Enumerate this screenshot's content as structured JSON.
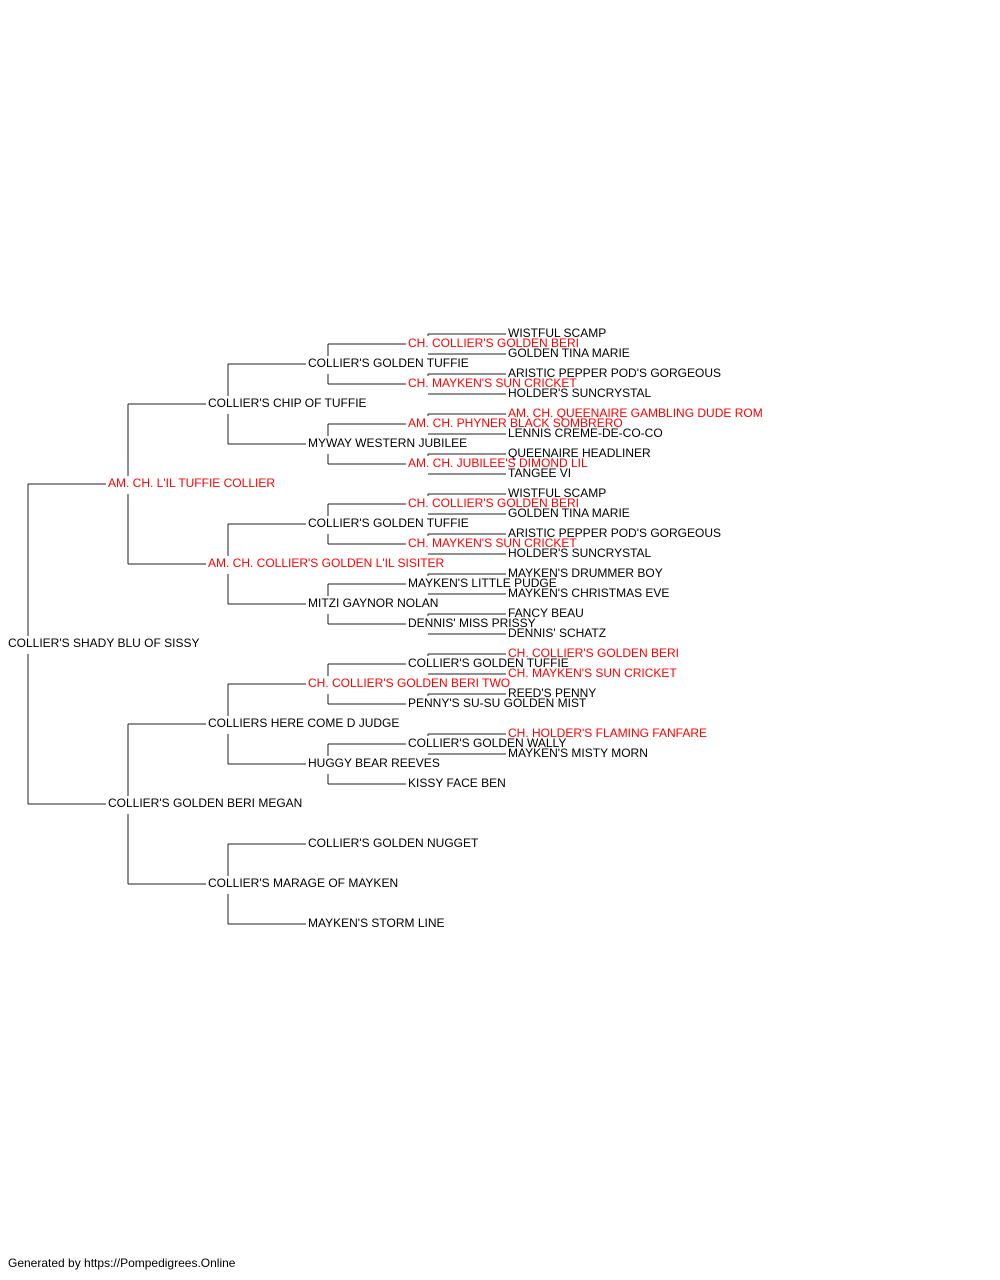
{
  "colors": {
    "champion": "#ff0000",
    "regular": "#000000",
    "line": "#222222"
  },
  "footer": "Generated by https://Pompedigrees.Online",
  "pedigree": {
    "name": "COLLIER'S SHADY BLU OF SISSY",
    "champion": false,
    "sire": {
      "name": "AM. CH. L'IL TUFFIE COLLIER",
      "champion": true,
      "sire": {
        "name": "COLLIER'S CHIP OF TUFFIE",
        "champion": false,
        "sire": {
          "name": "COLLIER'S GOLDEN TUFFIE",
          "champion": false,
          "sire": {
            "name": "CH. COLLIER'S GOLDEN BERI",
            "champion": true,
            "sire": {
              "name": "WISTFUL SCAMP",
              "champion": false
            },
            "dam": {
              "name": "GOLDEN TINA MARIE",
              "champion": false
            }
          },
          "dam": {
            "name": "CH. MAYKEN'S SUN CRICKET",
            "champion": true,
            "sire": {
              "name": "ARISTIC PEPPER POD'S GORGEOUS",
              "champion": false
            },
            "dam": {
              "name": "HOLDER'S SUNCRYSTAL",
              "champion": false
            }
          }
        },
        "dam": {
          "name": "MYWAY WESTERN JUBILEE",
          "champion": false,
          "sire": {
            "name": "AM. CH. PHYNER BLACK SOMBRERO",
            "champion": true,
            "sire": {
              "name": "AM. CH. QUEENAIRE GAMBLING DUDE ROM",
              "champion": true
            },
            "dam": {
              "name": "LENNIS CREME-DE-CO-CO",
              "champion": false
            }
          },
          "dam": {
            "name": "AM. CH. JUBILEE'S DIMOND LIL",
            "champion": true,
            "sire": {
              "name": "QUEENAIRE HEADLINER",
              "champion": false
            },
            "dam": {
              "name": "TANGEE VI",
              "champion": false
            }
          }
        }
      },
      "dam": {
        "name": "AM. CH. COLLIER'S GOLDEN L'IL SISITER",
        "champion": true,
        "sire": {
          "name": "COLLIER'S GOLDEN TUFFIE",
          "champion": false,
          "sire": {
            "name": "CH. COLLIER'S GOLDEN BERI",
            "champion": true,
            "sire": {
              "name": "WISTFUL SCAMP",
              "champion": false
            },
            "dam": {
              "name": "GOLDEN TINA MARIE",
              "champion": false
            }
          },
          "dam": {
            "name": "CH. MAYKEN'S SUN CRICKET",
            "champion": true,
            "sire": {
              "name": "ARISTIC PEPPER POD'S GORGEOUS",
              "champion": false
            },
            "dam": {
              "name": "HOLDER'S SUNCRYSTAL",
              "champion": false
            }
          }
        },
        "dam": {
          "name": "MITZI GAYNOR NOLAN",
          "champion": false,
          "sire": {
            "name": "MAYKEN'S LITTLE PUDGE",
            "champion": false,
            "sire": {
              "name": "MAYKEN'S DRUMMER BOY",
              "champion": false
            },
            "dam": {
              "name": "MAYKEN'S CHRISTMAS EVE",
              "champion": false
            }
          },
          "dam": {
            "name": "DENNIS' MISS PRISSY",
            "champion": false,
            "sire": {
              "name": "FANCY BEAU",
              "champion": false
            },
            "dam": {
              "name": "DENNIS' SCHATZ",
              "champion": false
            }
          }
        }
      }
    },
    "dam": {
      "name": "COLLIER'S GOLDEN BERI MEGAN",
      "champion": false,
      "sire": {
        "name": "COLLIERS HERE COME D JUDGE",
        "champion": false,
        "sire": {
          "name": "CH. COLLIER'S GOLDEN BERI TWO",
          "champion": true,
          "sire": {
            "name": "COLLIER'S GOLDEN TUFFIE",
            "champion": false,
            "sire": {
              "name": "CH. COLLIER'S GOLDEN BERI",
              "champion": true
            },
            "dam": {
              "name": "CH. MAYKEN'S SUN CRICKET",
              "champion": true
            }
          },
          "dam": {
            "name": "PENNY'S SU-SU GOLDEN MIST",
            "champion": false,
            "sire": {
              "name": "REED'S PENNY",
              "champion": false
            }
          }
        },
        "dam": {
          "name": "HUGGY BEAR REEVES",
          "champion": false,
          "sire": {
            "name": "COLLIER'S GOLDEN WALLY",
            "champion": false,
            "sire": {
              "name": "CH. HOLDER'S FLAMING FANFARE",
              "champion": true
            },
            "dam": {
              "name": "MAYKEN'S MISTY MORN",
              "champion": false
            }
          },
          "dam": {
            "name": "KISSY FACE BEN",
            "champion": false
          }
        }
      },
      "dam": {
        "name": "COLLIER'S MARAGE OF MAYKEN",
        "champion": false,
        "sire": {
          "name": "COLLIER'S GOLDEN NUGGET",
          "champion": false
        },
        "dam": {
          "name": "MAYKEN'S STORM LINE",
          "champion": false
        }
      }
    }
  }
}
